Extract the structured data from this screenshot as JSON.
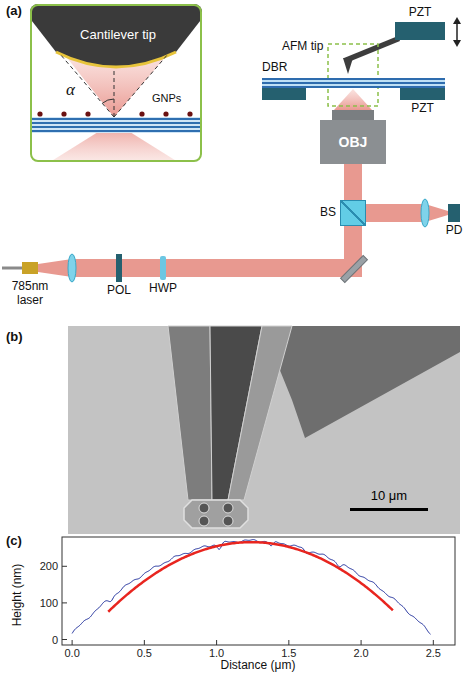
{
  "diagram": {
    "nodes": [
      {
        "text": [
          "Cantilever tip",
          "α",
          "GNPs"
        ]
      },
      {
        "text": [
          "PZT"
        ]
      },
      {
        "text": [
          "DBR"
        ]
      },
      {
        "text": [
          "PZT"
        ]
      },
      {
        "text": [
          "OBJ"
        ]
      },
      {
        "text": [
          "BS"
        ]
      },
      {
        "text": [
          "PD"
        ]
      },
      {
        "text": [
          "785nm laser"
        ]
      },
      {
        "text": [
          "POL"
        ]
      },
      {
        "text": [
          "HWP"
        ]
      }
    ],
    "labels": [
      "(a)",
      "AFM tip",
      "(b)",
      "10 μm",
      "(c)",
      "Height (nm)",
      "200",
      "100",
      "0",
      "0.0",
      "0.5",
      "1.0",
      "1.5",
      "2.0",
      "2.5",
      "Distance (μm)"
    ]
  }
}
